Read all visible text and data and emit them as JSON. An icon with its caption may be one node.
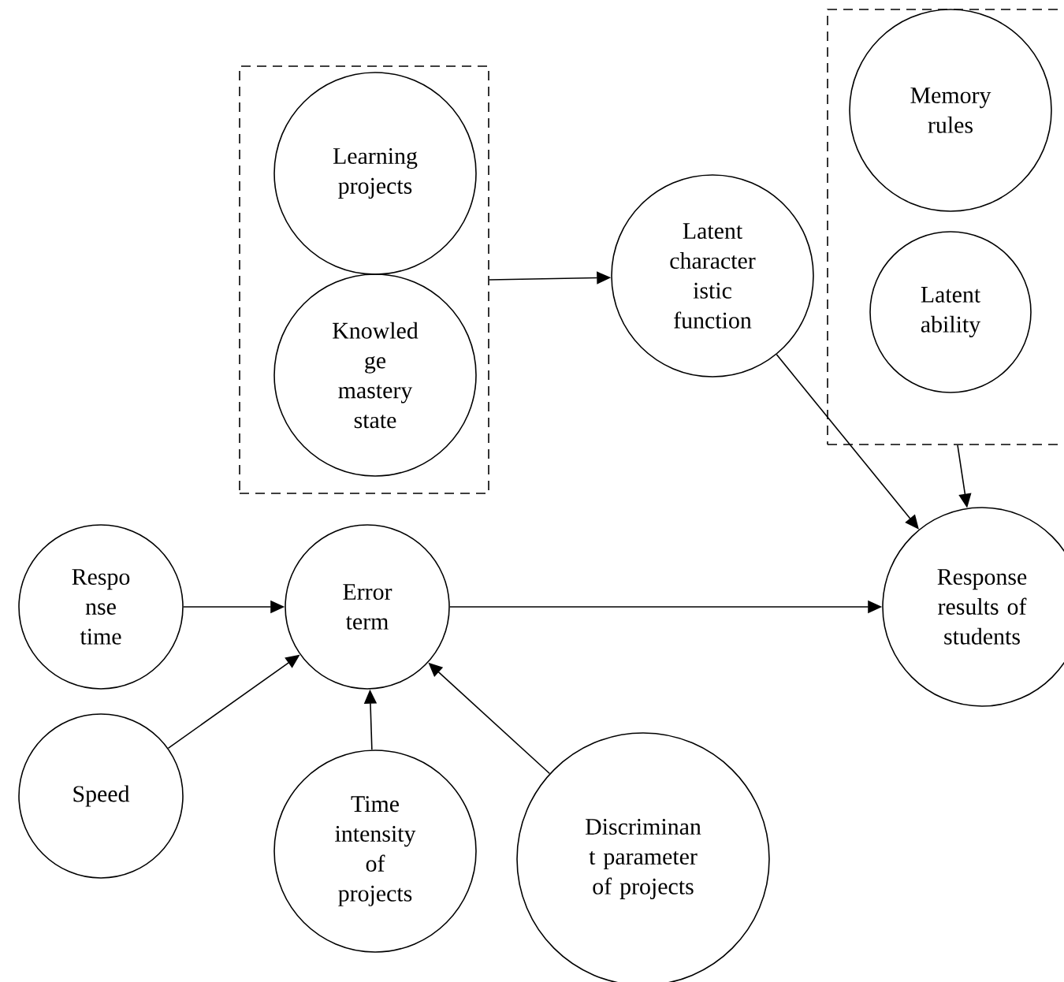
{
  "diagram": {
    "nodes": [
      {
        "text": [],
        "shape": "box"
      },
      {
        "text": [
          "Learning projects"
        ],
        "in": 0
      },
      {
        "text": [
          "Knowled ge mastery state"
        ],
        "in": 0
      },
      {
        "text": [
          "Latent character istic function"
        ]
      },
      {
        "text": [],
        "shape": "box"
      },
      {
        "text": [
          "Memory rules"
        ],
        "in": 4
      },
      {
        "text": [
          "Latent ability"
        ],
        "in": 4
      },
      {
        "text": [
          "Respo nse time"
        ]
      },
      {
        "text": [
          "Error term"
        ]
      },
      {
        "text": [
          "Response results of students"
        ]
      },
      {
        "text": [
          "Speed"
        ]
      },
      {
        "text": [
          "Time intensity of projects"
        ]
      },
      {
        "text": [
          "Discriminan t parameter of projects"
        ]
      }
    ],
    "edges": [
      {
        "from": 0,
        "to": 3,
        "arrow": "to"
      },
      {
        "from": 3,
        "to": 9,
        "arrow": "to"
      },
      {
        "from": 4,
        "to": 9,
        "arrow": "to"
      },
      {
        "from": 7,
        "to": 8,
        "arrow": "to"
      },
      {
        "from": 8,
        "to": 9,
        "arrow": "to"
      },
      {
        "from": 10,
        "to": 8,
        "arrow": "to"
      },
      {
        "from": 11,
        "to": 8,
        "arrow": "to"
      },
      {
        "from": 12,
        "to": 8,
        "arrow": "to"
      }
    ]
  }
}
